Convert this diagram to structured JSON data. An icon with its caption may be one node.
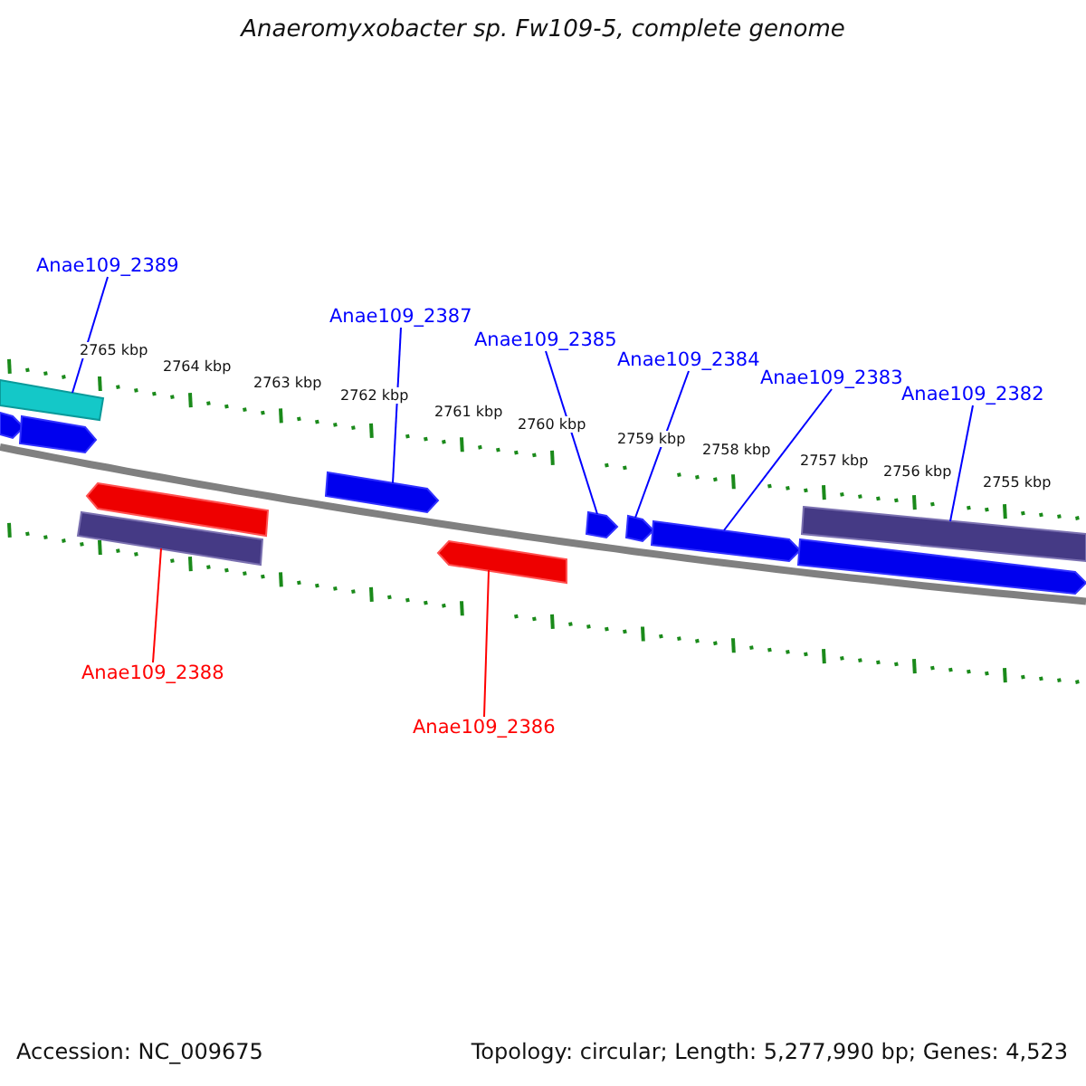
{
  "diagram": {
    "title": "Anaeromyxobacter sp. Fw109-5, complete genome",
    "nodes": [
      {
        "text": [
          "Anae109_2389"
        ]
      },
      {
        "text": [
          "Anae109_2387"
        ]
      },
      {
        "text": [
          "Anae109_2385"
        ]
      },
      {
        "text": [
          "Anae109_2384"
        ]
      },
      {
        "text": [
          "Anae109_2383"
        ]
      },
      {
        "text": [
          "Anae109_2382"
        ]
      },
      {
        "text": [
          "Anae109_2388"
        ]
      },
      {
        "text": [
          "Anae109_2386"
        ]
      },
      {
        "text": [],
        "shape": "bar"
      },
      {
        "text": [],
        "shape": "arrow"
      },
      {
        "text": [],
        "shape": "arrow"
      },
      {
        "text": [],
        "shape": "bar"
      },
      {
        "text": [],
        "shape": "arrow"
      },
      {
        "text": [],
        "shape": "arrow"
      },
      {
        "text": [],
        "shape": "arrow"
      },
      {
        "text": [],
        "shape": "arrow"
      },
      {
        "text": [],
        "shape": "arrow"
      },
      {
        "text": [],
        "shape": "arrow"
      },
      {
        "text": [],
        "shape": "arrow"
      },
      {
        "text": [],
        "shape": "bar"
      }
    ],
    "edges": [
      {
        "from": 0,
        "to": 8,
        "arrow": "none"
      },
      {
        "from": 1,
        "to": 13,
        "arrow": "none"
      },
      {
        "from": 2,
        "to": 15,
        "arrow": "none"
      },
      {
        "from": 3,
        "to": 16,
        "arrow": "none"
      },
      {
        "from": 4,
        "to": 17,
        "arrow": "none"
      },
      {
        "from": 5,
        "to": 19,
        "arrow": "none"
      },
      {
        "from": 6,
        "to": 11,
        "arrow": "none",
        "color": "#ff0000"
      },
      {
        "from": 7,
        "to": 14,
        "arrow": "none",
        "color": "#ff0000"
      }
    ],
    "labels": [
      "2765 kbp",
      "2764 kbp",
      "2763 kbp",
      "2762 kbp",
      "2761 kbp",
      "2760 kbp",
      "2759 kbp",
      "2758 kbp",
      "2757 kbp",
      "2756 kbp",
      "2755 kbp",
      "Accession: NC_009675",
      "Topology: circular; Length: 5,277,990 bp; Genes: 4,523"
    ]
  }
}
